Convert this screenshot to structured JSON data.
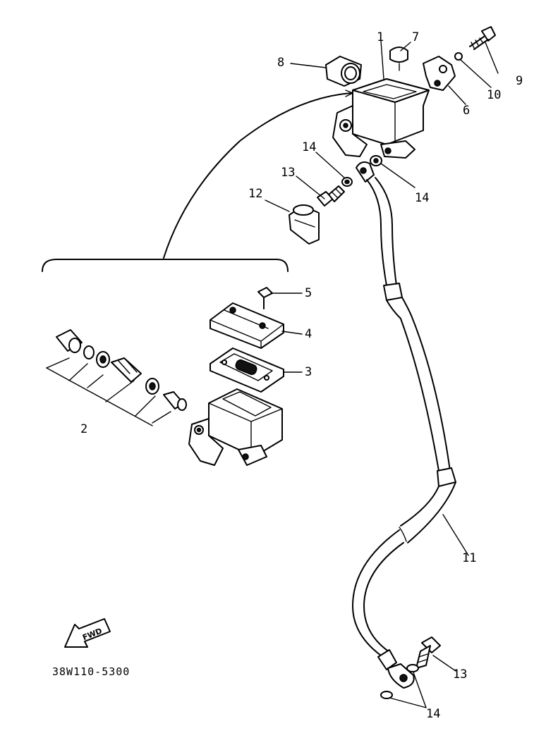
{
  "diagram": {
    "part_code": "38W110-5300",
    "direction_label": "FWD",
    "callouts": [
      "1",
      "2",
      "3",
      "4",
      "5",
      "6",
      "7",
      "8",
      "9",
      "10",
      "11",
      "12",
      "13",
      "14",
      "13",
      "14",
      "14",
      "14"
    ]
  },
  "colors": {
    "ink": "#000000",
    "paper": "#ffffff"
  }
}
